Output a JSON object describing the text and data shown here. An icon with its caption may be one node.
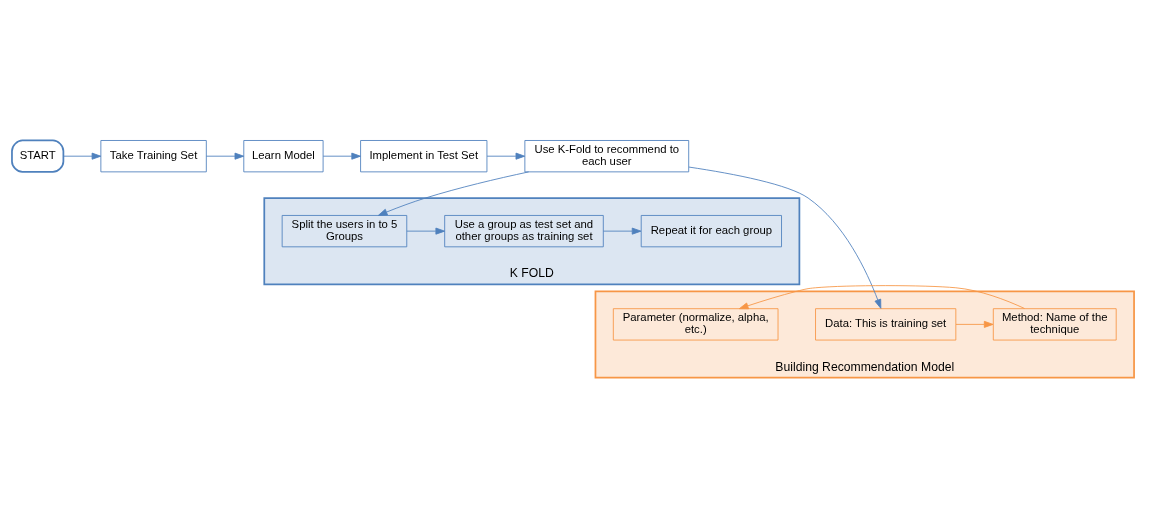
{
  "diagram": {
    "nodes": [
      {
        "text": [
          "START"
        ]
      },
      {
        "text": [
          "Take Training Set"
        ]
      },
      {
        "text": [
          "Learn Model"
        ]
      },
      {
        "text": [
          "Implement in Test Set"
        ]
      },
      {
        "text": [
          "Use K-Fold to recommend to each user"
        ]
      },
      {
        "text": [
          "K FOLD"
        ]
      },
      {
        "text": [
          "Repeat it for each group"
        ],
        "in": 5
      },
      {
        "text": [
          "Use a group as test set and other groups as training set"
        ],
        "in": 5
      },
      {
        "text": [
          "Split the users in to 5 Groups"
        ],
        "in": 5
      },
      {
        "text": [
          "Building Recommendation Model"
        ]
      },
      {
        "text": [
          "Parameter (normalize, alpha, etc.)"
        ],
        "in": 9
      },
      {
        "text": [
          "Method: Name of the technique"
        ],
        "in": 9
      },
      {
        "text": [
          "Data: This is training set"
        ],
        "in": 9
      }
    ],
    "edges": [
      {
        "from": 0,
        "to": 1,
        "arrow": "to"
      },
      {
        "from": 1,
        "to": 2,
        "arrow": "to"
      },
      {
        "from": 2,
        "to": 3,
        "arrow": "to"
      },
      {
        "from": 3,
        "to": 4,
        "arrow": "to"
      },
      {
        "from": 4,
        "to": 8,
        "arrow": "to"
      },
      {
        "from": 4,
        "to": 12,
        "arrow": "to"
      },
      {
        "from": 8,
        "to": 7,
        "arrow": "to"
      },
      {
        "from": 7,
        "to": 6,
        "arrow": "to"
      },
      {
        "from": 12,
        "to": 11,
        "arrow": "to",
        "color": "#f79646"
      },
      {
        "from": 11,
        "to": 10,
        "arrow": "to",
        "color": "#f79646"
      }
    ]
  }
}
